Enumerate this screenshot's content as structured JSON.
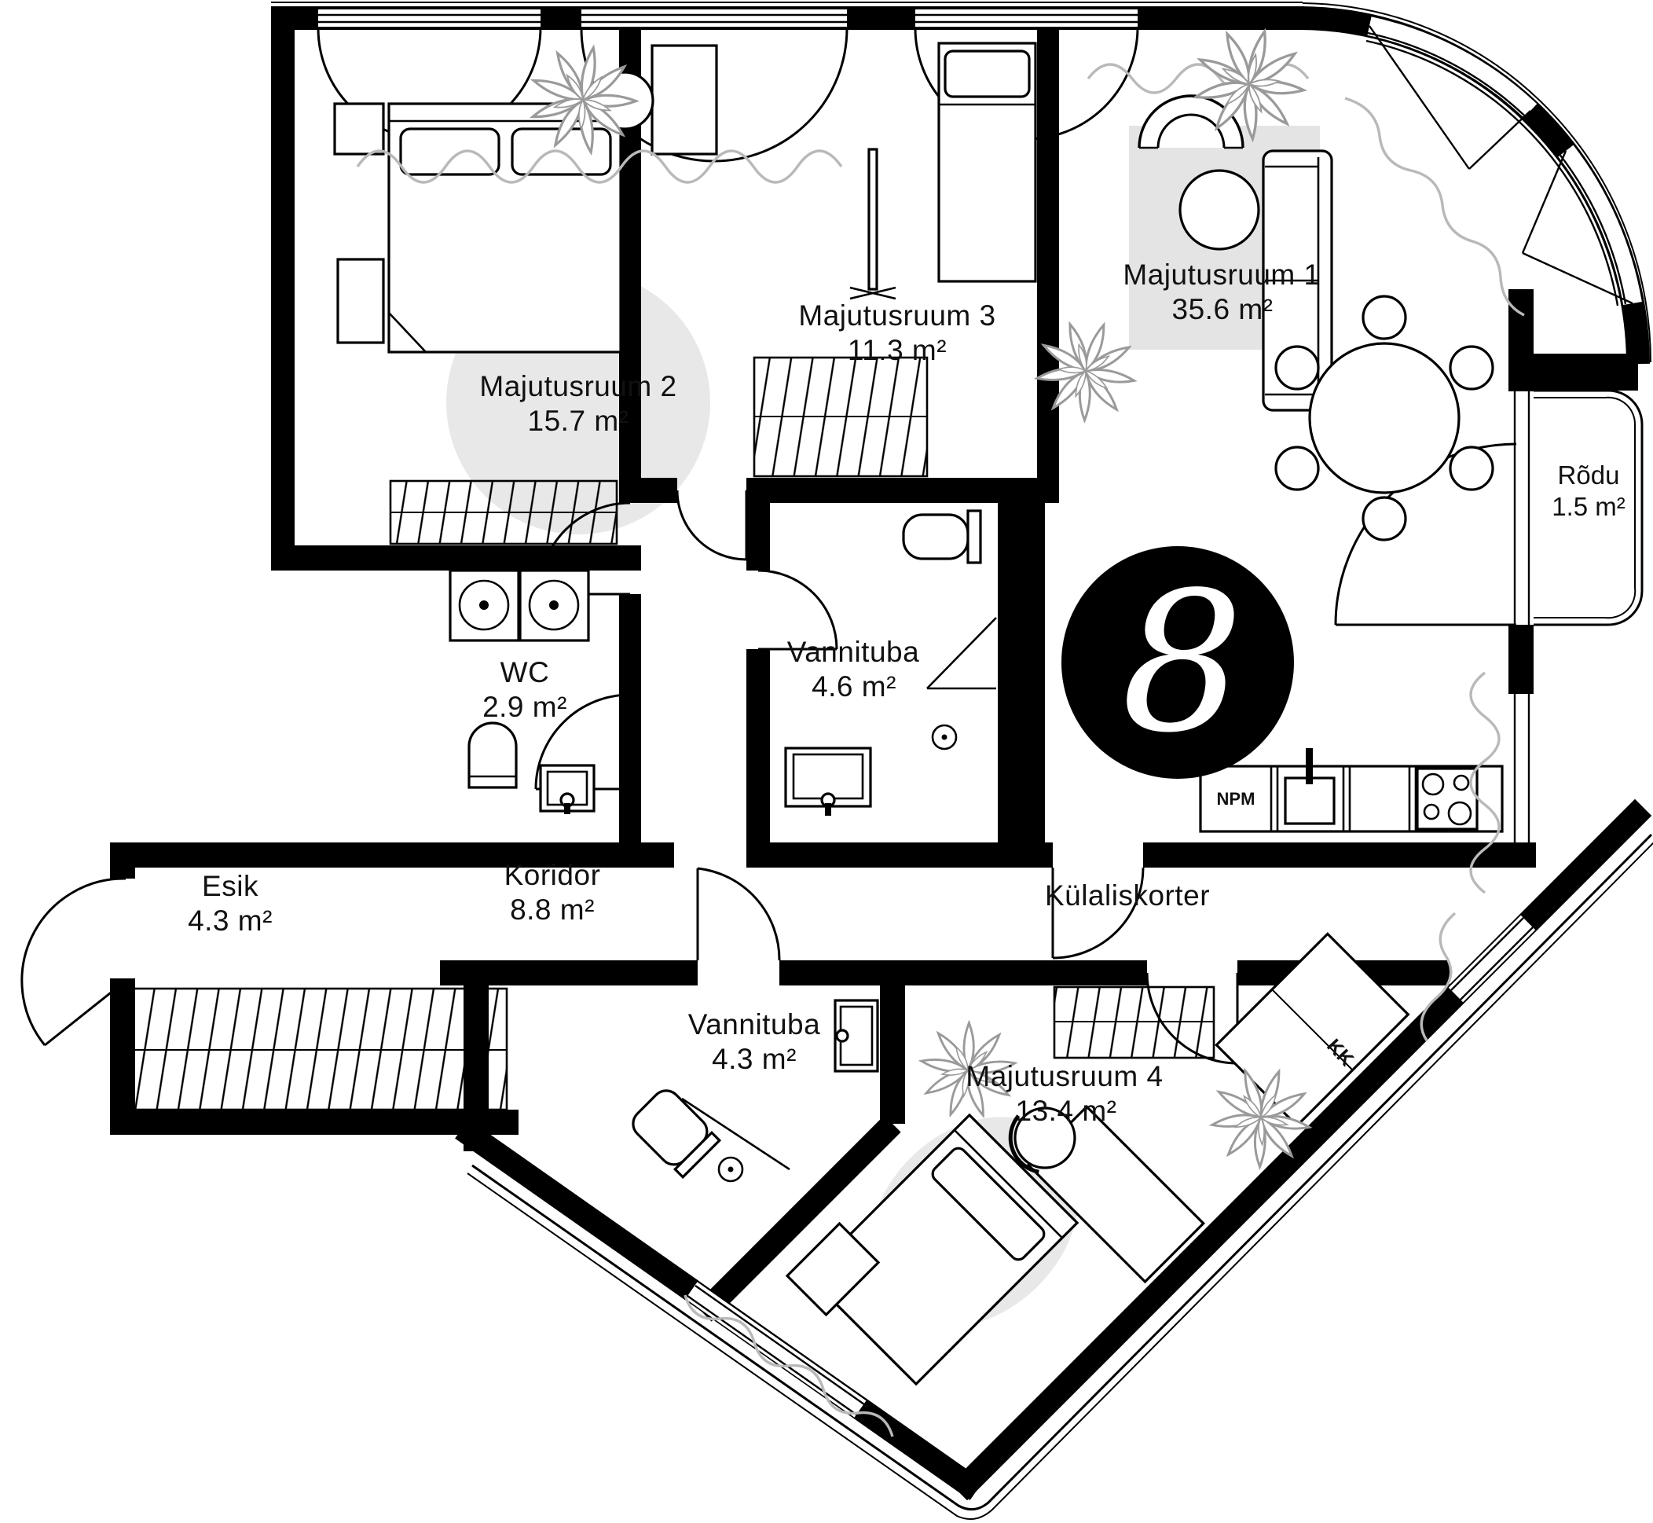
{
  "floorplan": {
    "unit_badge": "8",
    "rooms": {
      "majutusruum1": {
        "name": "Majutusruum 1",
        "area": "35.6 m²"
      },
      "majutusruum2": {
        "name": "Majutusruum 2",
        "area": "15.7 m²"
      },
      "majutusruum3": {
        "name": "Majutusruum 3",
        "area": "11.3 m²"
      },
      "majutusruum4": {
        "name": "Majutusruum 4",
        "area": "13.4 m²"
      },
      "vannituba1": {
        "name": "Vannituba",
        "area": "4.6 m²"
      },
      "vannituba2": {
        "name": "Vannituba",
        "area": "4.3 m²"
      },
      "wc": {
        "name": "WC",
        "area": "2.9 m²"
      },
      "esik": {
        "name": "Esik",
        "area": "4.3 m²"
      },
      "koridor": {
        "name": "Koridor",
        "area": "8.8 m²"
      },
      "rodu": {
        "name": "Rõdu",
        "area": "1.5 m²"
      },
      "kulaliskorter": {
        "name": "Külaliskorter"
      }
    },
    "annotations": {
      "kitchen": "NPM",
      "closet": "KK"
    },
    "colors": {
      "wall": "#000000",
      "text": "#111111",
      "rug": "#e4e4e4",
      "decor": "#b9b9b9",
      "badge_bg": "#000000",
      "badge_text": "#ffffff"
    }
  }
}
